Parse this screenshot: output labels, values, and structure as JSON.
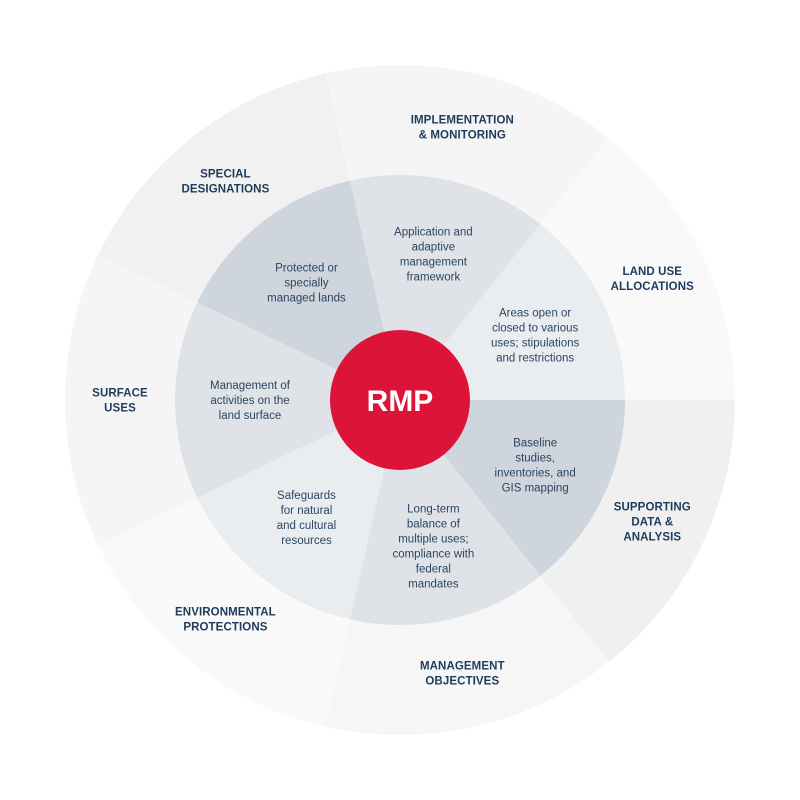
{
  "center": {
    "label": "RMP",
    "color": "#dc1439"
  },
  "segments": [
    {
      "outer_lines": [
        "SUPPORTING",
        "DATA &",
        "ANALYSIS"
      ],
      "inner_lines": [
        "Baseline",
        "studies,",
        "inventories, and",
        "GIS mapping"
      ],
      "outer_color": "#f0f0f0",
      "inner_color": "#cfd5dc"
    },
    {
      "outer_lines": [
        "MANAGEMENT",
        "OBJECTIVES"
      ],
      "inner_lines": [
        "Long-term",
        "balance of",
        "multiple uses;",
        "compliance with",
        "federal",
        "mandates"
      ],
      "outer_color": "#f6f6f6",
      "inner_color": "#dfe3e7"
    },
    {
      "outer_lines": [
        "ENVIRONMENTAL",
        "PROTECTIONS"
      ],
      "inner_lines": [
        "Safeguards",
        "for natural",
        "and cultural",
        "resources"
      ],
      "outer_color": "#f9f9f9",
      "inner_color": "#eaedf0"
    },
    {
      "outer_lines": [
        "SURFACE",
        "USES"
      ],
      "inner_lines": [
        "Management of",
        "activities on the",
        "land surface"
      ],
      "outer_color": "#f5f5f5",
      "inner_color": "#dfe3e7"
    },
    {
      "outer_lines": [
        "SPECIAL",
        "DESIGNATIONS"
      ],
      "inner_lines": [
        "Protected or",
        "specially",
        "managed lands"
      ],
      "outer_color": "#f1f1f1",
      "inner_color": "#cfd5dc"
    },
    {
      "outer_lines": [
        "IMPLEMENTATION",
        "& MONITORING"
      ],
      "inner_lines": [
        "Application and",
        "adaptive",
        "management",
        "framework"
      ],
      "outer_color": "#f5f5f5",
      "inner_color": "#dfe3e7"
    },
    {
      "outer_lines": [
        "LAND USE",
        "ALLOCATIONS"
      ],
      "inner_lines": [
        "Areas open or",
        "closed to various",
        "uses; stipulations",
        "and restrictions"
      ],
      "outer_color": "#f9f9f9",
      "inner_color": "#eaedf0"
    }
  ]
}
